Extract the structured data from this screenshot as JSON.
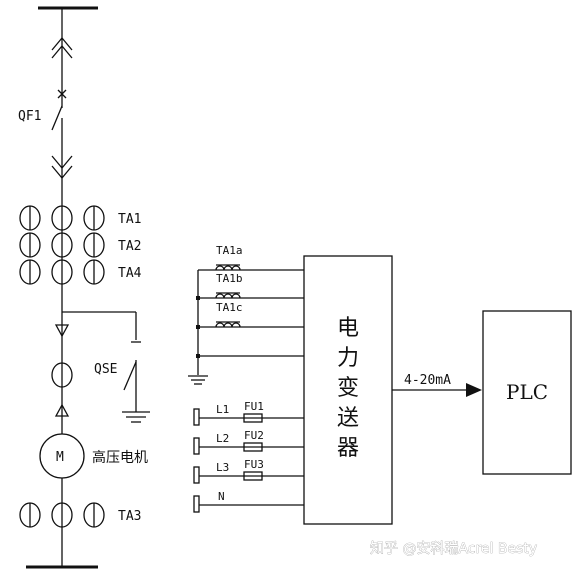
{
  "labels": {
    "breaker": "QF1",
    "ct_row1": "TA1",
    "ct_row2": "TA2",
    "ct_row3": "TA4",
    "earth_switch": "QSE",
    "motor_symbol": "M",
    "motor_name": "高压电机",
    "ct_bottom": "TA3",
    "ta1a": "TA1a",
    "ta1b": "TA1b",
    "ta1c": "TA1c",
    "transducer": [
      "电",
      "力",
      "变",
      "送",
      "器"
    ],
    "signal": "4-20mA",
    "plc": "PLC",
    "l1": "L1",
    "l2": "L2",
    "l3": "L3",
    "n": "N",
    "fu1": "FU1",
    "fu2": "FU2",
    "fu3": "FU3"
  },
  "watermark": "知乎 @安科瑞Acrel Besty"
}
